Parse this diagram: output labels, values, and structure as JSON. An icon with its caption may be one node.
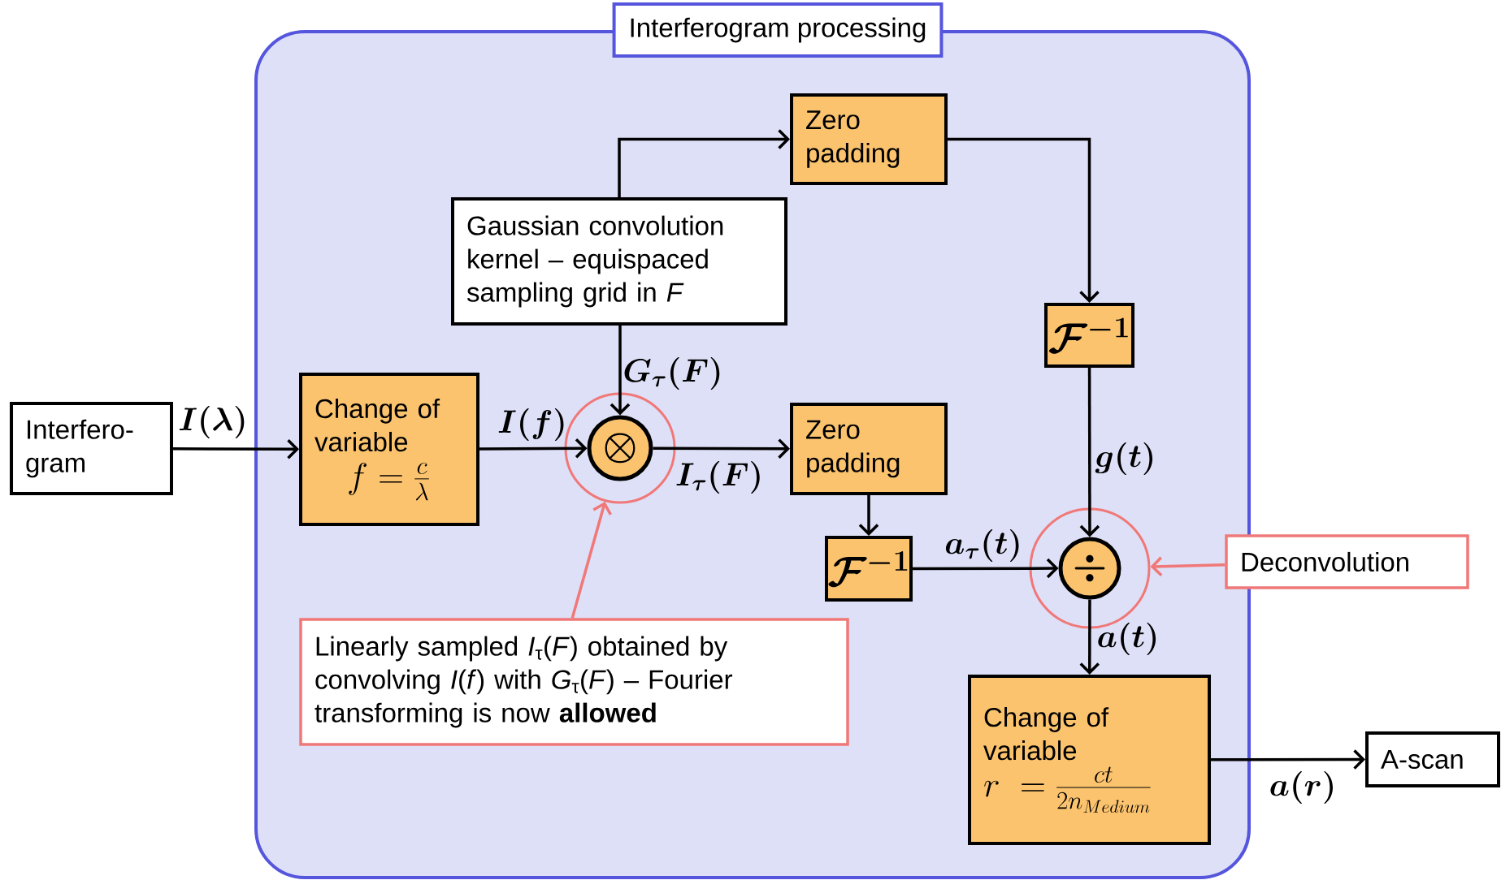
{
  "diagram": {
    "nodes": [
      {
        "text": [
          "Interferogram processing"
        ]
      },
      {
        "text": [
          "Interfero-gram"
        ]
      },
      {
        "text": [
          "Zero padding"
        ],
        "in": 0
      },
      {
        "text": [
          "Gaussian convolution kernel – equispaced sampling grid in *F*"
        ],
        "in": 0
      },
      {
        "text": [
          "Change of variable",
          "f=\\frac{c}{\\lambda}"
        ],
        "in": 0
      },
      {
        "text": [],
        "shape": "circle",
        "in": 0
      },
      {
        "text": [
          "\\otimes"
        ],
        "in": 5
      },
      {
        "text": [
          "\\mathcal{F}^{-1}"
        ],
        "in": 0
      },
      {
        "text": [
          "Zero padding"
        ],
        "in": 0
      },
      {
        "text": [
          "\\mathcal{F}^{-1}"
        ],
        "in": 0
      },
      {
        "text": [],
        "shape": "circle",
        "in": 0
      },
      {
        "text": [
          "\\div"
        ],
        "in": 10
      },
      {
        "text": [
          "Deconvolution"
        ]
      },
      {
        "text": [
          "Linearly sampled *I*$_{τ}$(*F*) obtained by convolving *I*(*f*) with *G*$_{τ}$(*F*) – Fourier transforming is now **allowed**"
        ],
        "in": 0
      },
      {
        "text": [
          "Change of variable",
          "r\\;=\\frac{ct}{2n_{Medium}}"
        ],
        "in": 0
      },
      {
        "text": [
          "A-scan"
        ]
      }
    ],
    "edges": [
      {
        "from": 1,
        "to": 4,
        "arrow": "to",
        "label": "I(\\lambda)"
      },
      {
        "from": 3,
        "to": 2,
        "arrow": "to"
      },
      {
        "from": 2,
        "to": 7,
        "arrow": "to"
      },
      {
        "from": 4,
        "to": 6,
        "arrow": "to",
        "label": "I(f)"
      },
      {
        "from": 3,
        "to": 6,
        "arrow": "to",
        "label": "G_{\\tau}(F)"
      },
      {
        "from": 6,
        "to": 8,
        "arrow": "to",
        "label": "I_{\\tau}(F)"
      },
      {
        "from": 8,
        "to": 9,
        "arrow": "to"
      },
      {
        "from": 7,
        "to": 11,
        "arrow": "to",
        "label": "g(t)"
      },
      {
        "from": 9,
        "to": 11,
        "arrow": "to",
        "label": "a_{\\tau}(t)"
      },
      {
        "from": 12,
        "to": 10,
        "arrow": "to",
        "color": "#f07878"
      },
      {
        "from": 11,
        "to": 14,
        "arrow": "to",
        "label": "a(t)"
      },
      {
        "from": 13,
        "to": 5,
        "arrow": "to",
        "color": "#f07878"
      },
      {
        "from": 14,
        "to": 15,
        "arrow": "to",
        "label": "a(r)"
      }
    ]
  }
}
